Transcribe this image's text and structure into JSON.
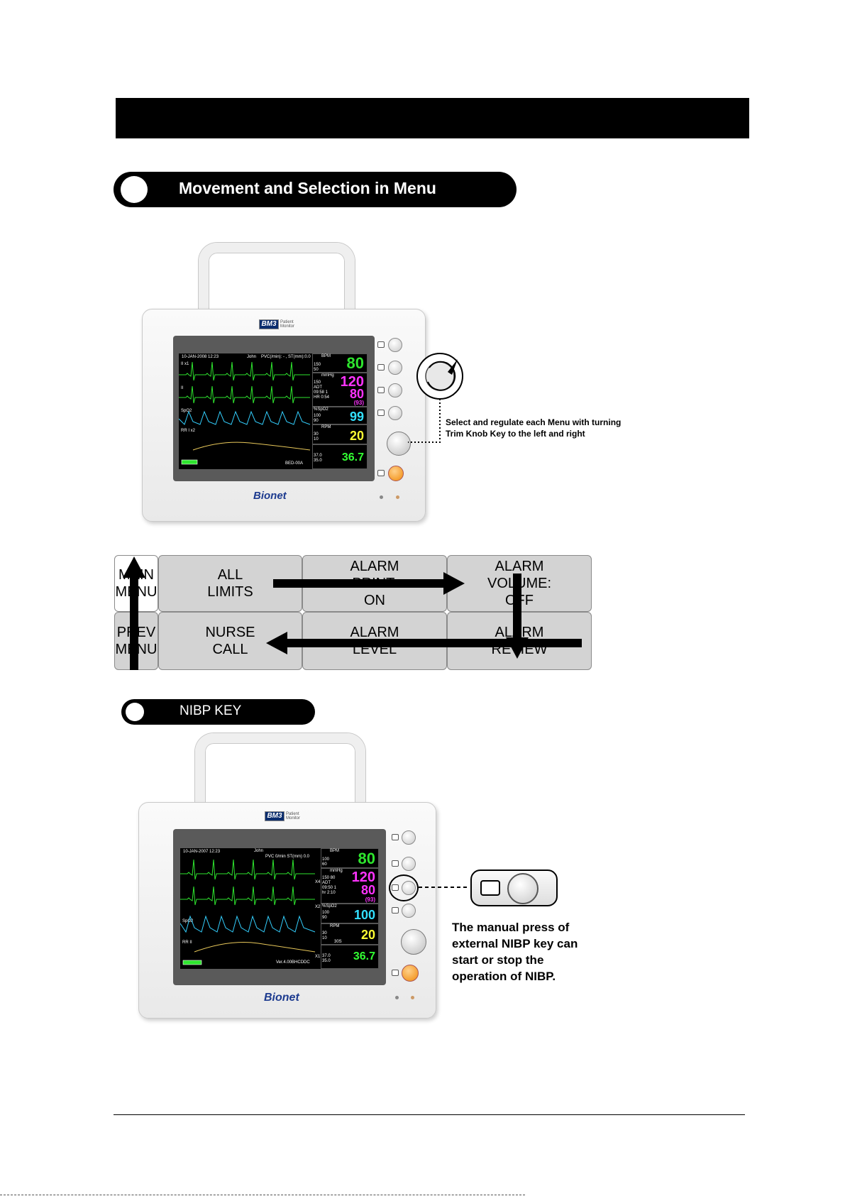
{
  "section_title": "Movement and Selection in Menu",
  "monitor1": {
    "brand": "BM3",
    "brand_sub": "Patient Monitor",
    "logo": "Bionet",
    "screen": {
      "date": "10-JAN-2008 12:23",
      "patient": "John",
      "header": "PVC(/min): - , ST(mm):0.0",
      "lead1": "II x1",
      "lead2": "II",
      "spo2_label": "SpO2",
      "resp_label": "RR I x2",
      "bed": "BED-00A",
      "hr": "80",
      "hr_unit": "BPM",
      "hr_lim": "150 50",
      "sys": "120",
      "dia": "80",
      "map": "(93)",
      "nibp_unit": "mmHg",
      "nibp_info": "150 ADT 09:58 1 HR 0:54",
      "spo2": "99",
      "spo2_unit": "%SpO2",
      "spo2_lim": "100 90",
      "rr": "20",
      "rr_unit": "RPM",
      "rr_lim": "30 10",
      "temp": "36.7",
      "temp_lim": "37.0 35.0"
    }
  },
  "knob_caption": [
    "Select and regulate each Menu with turning",
    "Trim Knob Key to the left and right"
  ],
  "menu_grid": {
    "row1": [
      "MAIN MENU",
      "ALL LIMITS",
      "ALARM PRINT: ON",
      "ALARM VOLUME: OFF"
    ],
    "row2": [
      "PREV MENU",
      "NURSE CALL",
      "ALARM LEVEL",
      "ALARM REVIEW"
    ]
  },
  "nibp_title": "NIBP KEY",
  "monitor2": {
    "brand": "BM3",
    "brand_sub": "Patient Monitor",
    "logo": "Bionet",
    "screen": {
      "date": "10-JAN-2007 12:23",
      "patient": "John",
      "header": "PVC 0/min ST(mm) 0.0",
      "lead_scale1": "X4",
      "lead_scale2": "X2",
      "lead_scale3": "X1",
      "spo2_label": "SpO2",
      "resp_label": "RR II",
      "version": "Ver.4.00BHCDDC",
      "hr": "80",
      "hr_unit": "BPM",
      "hr_lim": "100 60",
      "sys": "120",
      "dia": "80",
      "map": "(93)",
      "nibp_unit": "mmHg",
      "nibp_info": "150 80 ADT 09:50 1 hr 2:10",
      "spo2": "100",
      "spo2_unit": "%SpO2",
      "spo2_lim": "100 90",
      "rr": "20",
      "rr_unit": "RPM",
      "rr_lim": "30 10",
      "temp": "36.7",
      "temp_lim": "37.0 35.0",
      "rr_sub": "30S"
    }
  },
  "nibp_caption": [
    "The manual press of",
    "external NIBP key can",
    "start or stop the",
    "operation of NIBP."
  ],
  "colors": {
    "hr": "#2ee52e",
    "nibp": "#ff33ff",
    "spo2": "#33e0ff",
    "rr": "#ffff33",
    "temp": "#33ff33",
    "wave_ecg": "#2ee52e",
    "wave_spo2": "#33d0ff",
    "wave_resp": "#e8c85a"
  }
}
